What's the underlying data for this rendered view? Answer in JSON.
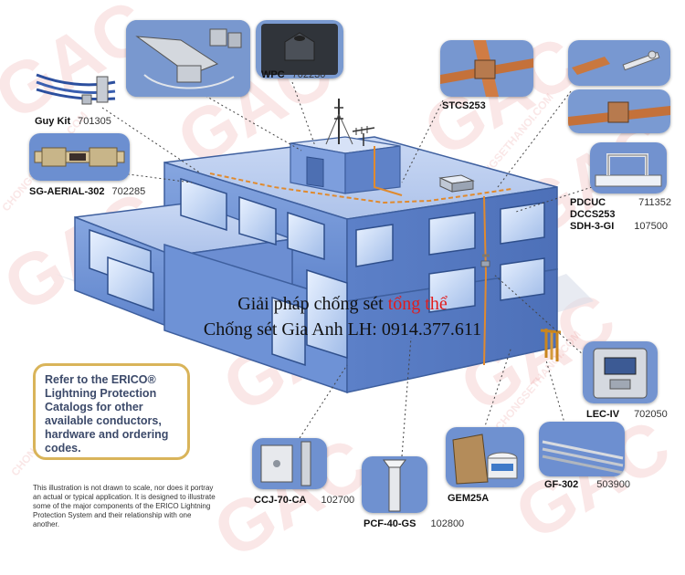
{
  "watermarks": [
    "GAC",
    "CHONGSETHANOI.COM"
  ],
  "products": {
    "guy_kit": {
      "name": "Guy Kit",
      "code": "701305"
    },
    "sg_aerial": {
      "name": "SG-AERIAL-302",
      "code": "702285"
    },
    "wpc": {
      "name": "WPC",
      "code": "702230"
    },
    "stcs": {
      "name": "STCS253",
      "code": ""
    },
    "pdcuc": {
      "name": "PDCUC",
      "code": "711352"
    },
    "dccs": {
      "name": "DCCS253",
      "code": ""
    },
    "sdh": {
      "name": "SDH-3-GI",
      "code": "107500"
    },
    "lec": {
      "name": "LEC-IV",
      "code": "702050"
    },
    "gf": {
      "name": "GF-302",
      "code": "503900"
    },
    "gem": {
      "name": "GEM25A",
      "code": ""
    },
    "pcf": {
      "name": "PCF-40-GS",
      "code": "102800"
    },
    "ccj": {
      "name": "CCJ-70-CA",
      "code": "102700"
    }
  },
  "note": "Refer to the ERICO® Lightning Protection Catalogs for other available conductors, hardware and ordering codes.",
  "disclaimer": "This illustration is not drawn to scale, nor does it portray an actual or typical application. It is designed to illustrate some of the major components of the ERICO Lightning Protection System and their relationship with one another.",
  "slogan": {
    "line1_prefix": "Giải pháp chống sét ",
    "line1_highlight": "tổng thể",
    "line2": "Chống sét Gia Anh LH: 0914.377.611"
  },
  "colors": {
    "building_blue": "#6f93d6",
    "highlight_red": "#e31b1b",
    "note_border": "#d9b45a",
    "conductor": "#e08a2e"
  }
}
